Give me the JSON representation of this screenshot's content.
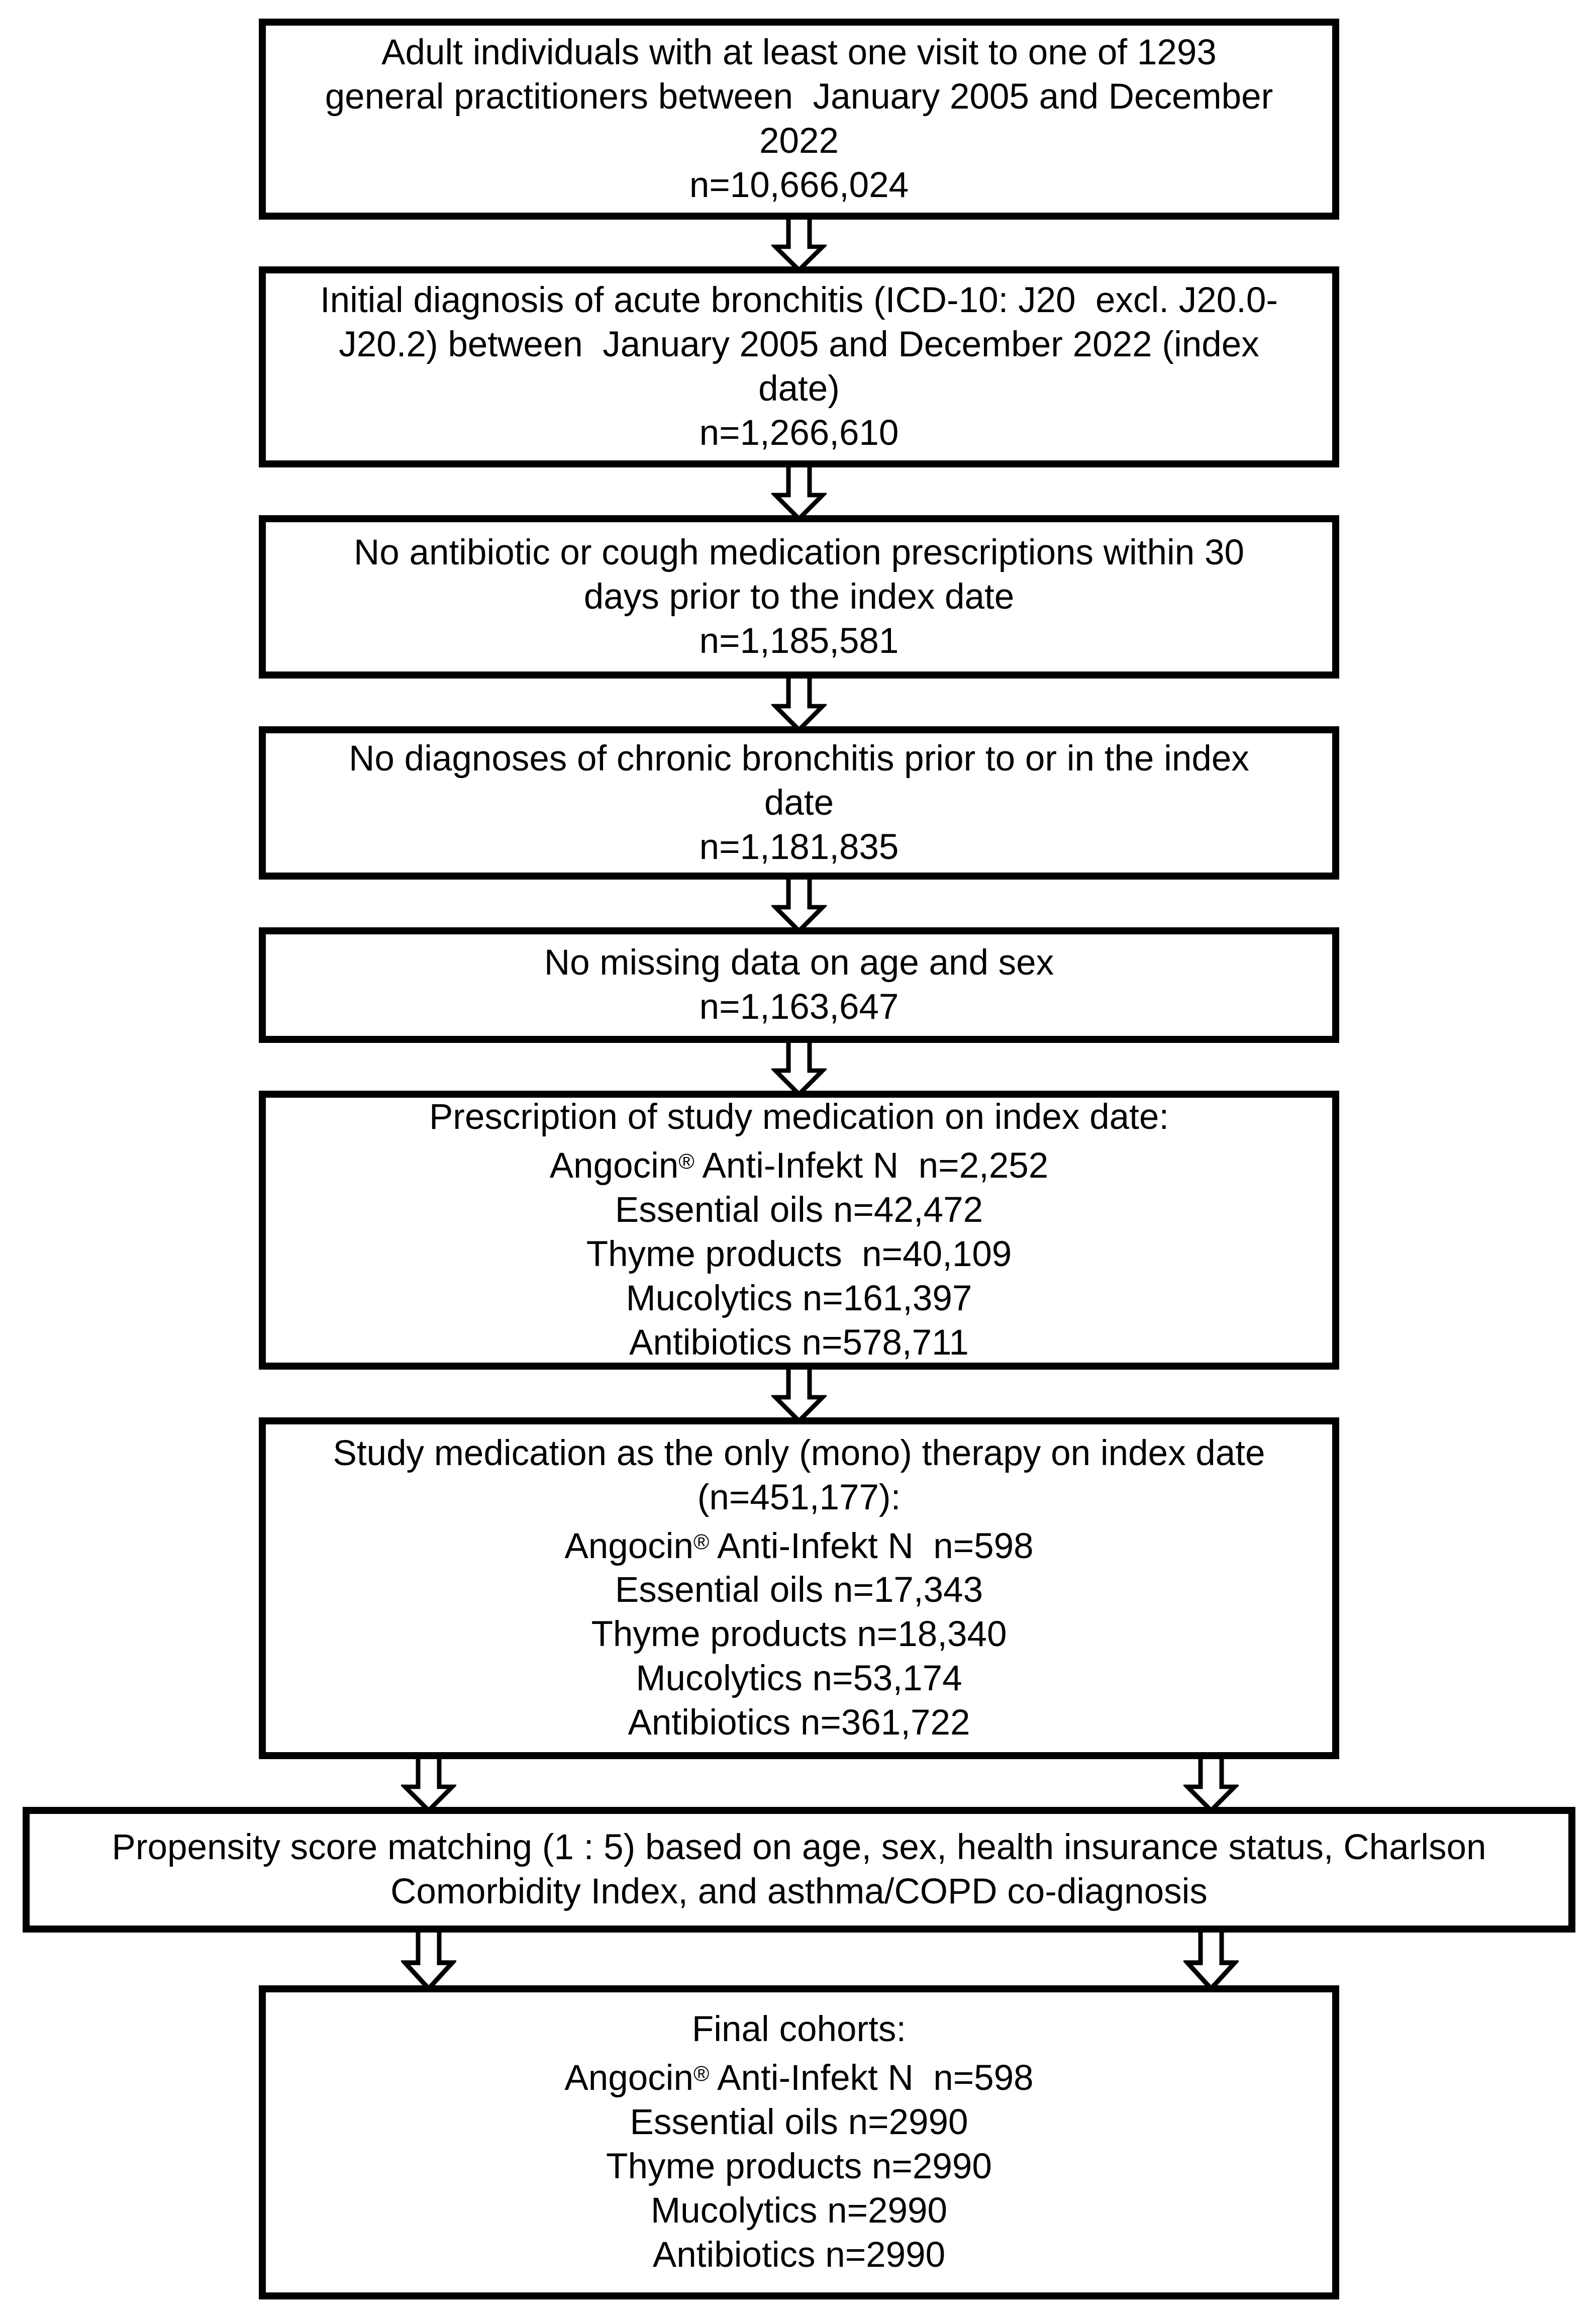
{
  "boxes": {
    "b1": {
      "l1": "Adult individuals with at least one visit to one of 1293",
      "l2": "general practitioners between  January 2005 and December",
      "l3": "2022",
      "l4": "n=10,666,024"
    },
    "b2": {
      "l1": "Initial diagnosis of acute bronchitis (ICD-10: J20  excl. J20.0-",
      "l2": "J20.2) between  January 2005 and December 2022 (index",
      "l3": "date)",
      "l4": "n=1,266,610"
    },
    "b3": {
      "l1": "No antibiotic or cough medication prescriptions within 30",
      "l2": "days prior to the index date",
      "l3": "n=1,185,581"
    },
    "b4": {
      "l1": "No diagnoses of chronic bronchitis prior to or in the index",
      "l2": "date",
      "l3": "n=1,181,835"
    },
    "b5": {
      "l1": "No missing data on age and sex",
      "l2": "n=1,163,647"
    },
    "b6": {
      "l1": "Prescription of study medication on index date:",
      "angocin_pre": "Angocin",
      "reg": "®",
      "angocin_post": " Anti-Infekt N  n=2,252",
      "l3": "Essential oils n=42,472",
      "l4": "Thyme products  n=40,109",
      "l5": "Mucolytics n=161,397",
      "l6": "Antibiotics n=578,711"
    },
    "b7": {
      "l1": "Study medication as the only (mono) therapy on index date",
      "l2": "(n=451,177):",
      "angocin_pre": "Angocin",
      "reg": "®",
      "angocin_post": " Anti-Infekt N  n=598",
      "l4": "Essential oils n=17,343",
      "l5": "Thyme products n=18,340",
      "l6": "Mucolytics n=53,174",
      "l7": "Antibiotics n=361,722"
    },
    "b8": {
      "l1": "Propensity score matching (1 : 5) based on age, sex, health insurance status, Charlson",
      "l2": "Comorbidity Index, and asthma/COPD co-diagnosis"
    },
    "b9": {
      "l1": "Final cohorts:",
      "angocin_pre": "Angocin",
      "reg": "®",
      "angocin_post": " Anti-Infekt N  n=598",
      "l3": "Essential oils n=2990",
      "l4": "Thyme products n=2990",
      "l5": "Mucolytics n=2990",
      "l6": "Antibiotics n=2990"
    }
  }
}
